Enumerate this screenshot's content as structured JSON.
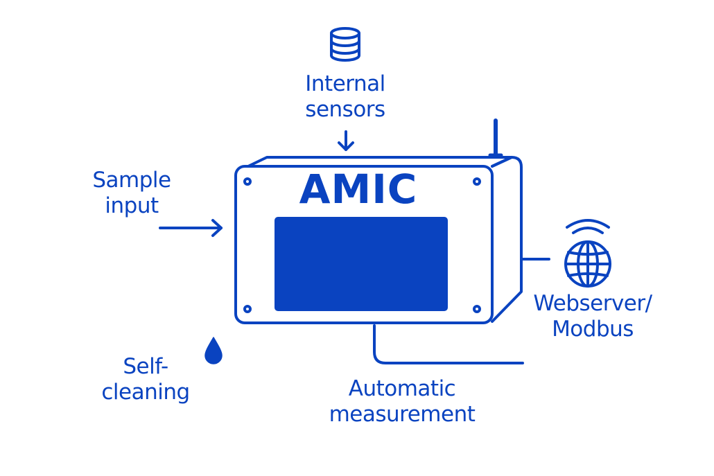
{
  "colors": {
    "primary": "#0a43c0",
    "background": "#ffffff"
  },
  "device": {
    "name": "AMIC"
  },
  "labels": {
    "internal_sensors": [
      "Internal",
      "sensors"
    ],
    "sample_input": [
      "Sample",
      "input"
    ],
    "self_cleaning": [
      "Self-",
      "cleaning"
    ],
    "automatic_measurement": [
      "Automatic",
      "measurement"
    ],
    "webserver_modbus": [
      "Webserver/",
      "Modbus"
    ]
  },
  "icons": {
    "internal_sensors": "database-icon",
    "self_cleaning": "water-drop-icon",
    "webserver_modbus": "wireless-globe-icon"
  }
}
